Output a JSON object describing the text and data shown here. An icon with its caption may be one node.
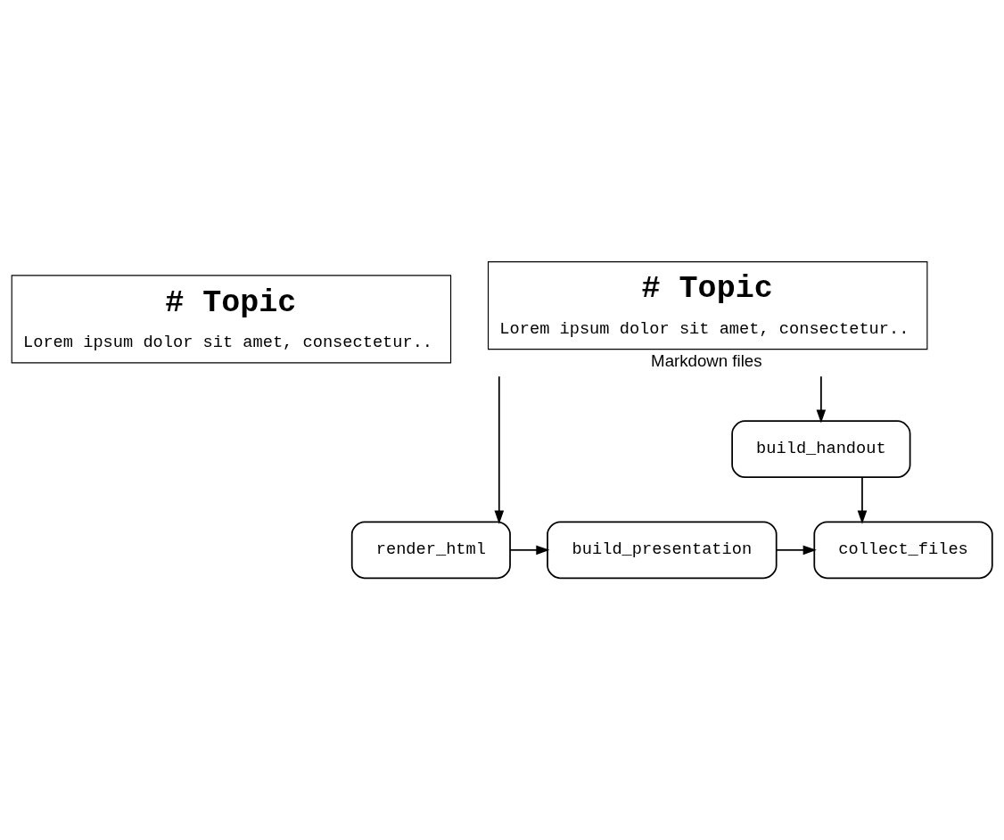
{
  "diagram": {
    "nodes": [
      {
        "text": [
          "# Topic",
          "Lorem ipsum dolor sit amet, consectetur.."
        ]
      },
      {
        "text": [
          "# Topic",
          "Lorem ipsum dolor sit amet, consectetur.."
        ],
        "beside": [
          "Markdown files"
        ]
      },
      {
        "text": [
          "render_html"
        ]
      },
      {
        "text": [
          "build_presentation"
        ]
      },
      {
        "text": [
          "collect_files"
        ]
      },
      {
        "text": [
          "build_handout"
        ]
      }
    ],
    "edges": [
      {
        "from": 1,
        "to": 2,
        "arrow": "to"
      },
      {
        "from": 1,
        "to": 5,
        "arrow": "to"
      },
      {
        "from": 2,
        "to": 3,
        "arrow": "to"
      },
      {
        "from": 3,
        "to": 4,
        "arrow": "to"
      },
      {
        "from": 5,
        "to": 4,
        "arrow": "to"
      }
    ]
  }
}
